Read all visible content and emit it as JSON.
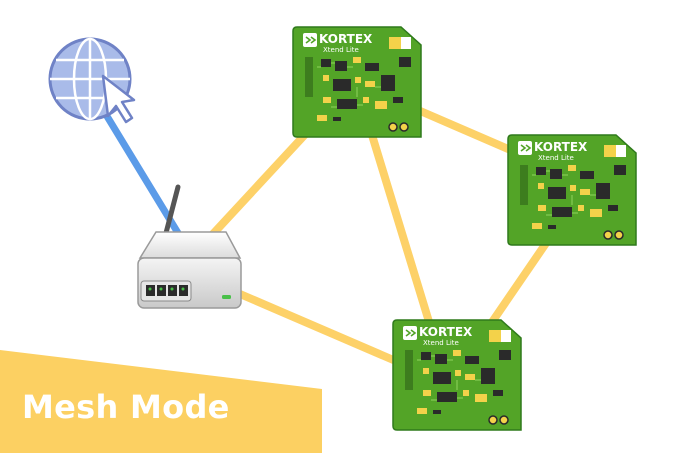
{
  "banner": {
    "label": "Mesh Mode"
  },
  "nodes": [
    {
      "id": "internet",
      "icon": "globe-cursor-icon"
    },
    {
      "id": "router",
      "icon": "wifi-router-icon"
    },
    {
      "id": "board-top",
      "icon": "pcb-board-icon",
      "brand": "KORTEX",
      "subtitle": "Xtend Lite"
    },
    {
      "id": "board-right",
      "icon": "pcb-board-icon",
      "brand": "KORTEX",
      "subtitle": "Xtend Lite"
    },
    {
      "id": "board-bottom",
      "icon": "pcb-board-icon",
      "brand": "KORTEX",
      "subtitle": "Xtend Lite"
    }
  ],
  "links": [
    {
      "from": "internet",
      "to": "router",
      "kind": "wired"
    },
    {
      "from": "router",
      "to": "board-top",
      "kind": "mesh"
    },
    {
      "from": "router",
      "to": "board-bottom",
      "kind": "mesh"
    },
    {
      "from": "board-top",
      "to": "board-right",
      "kind": "mesh"
    },
    {
      "from": "board-top",
      "to": "board-bottom",
      "kind": "mesh"
    },
    {
      "from": "board-right",
      "to": "board-bottom",
      "kind": "mesh"
    }
  ],
  "colors": {
    "mesh_link": "#FDD168",
    "wired_link": "#5B9BE8",
    "banner": "#FCD062",
    "pcb": "#53A427",
    "pcb_edge": "#2F7A1C",
    "globe": "#A9BBE9"
  }
}
